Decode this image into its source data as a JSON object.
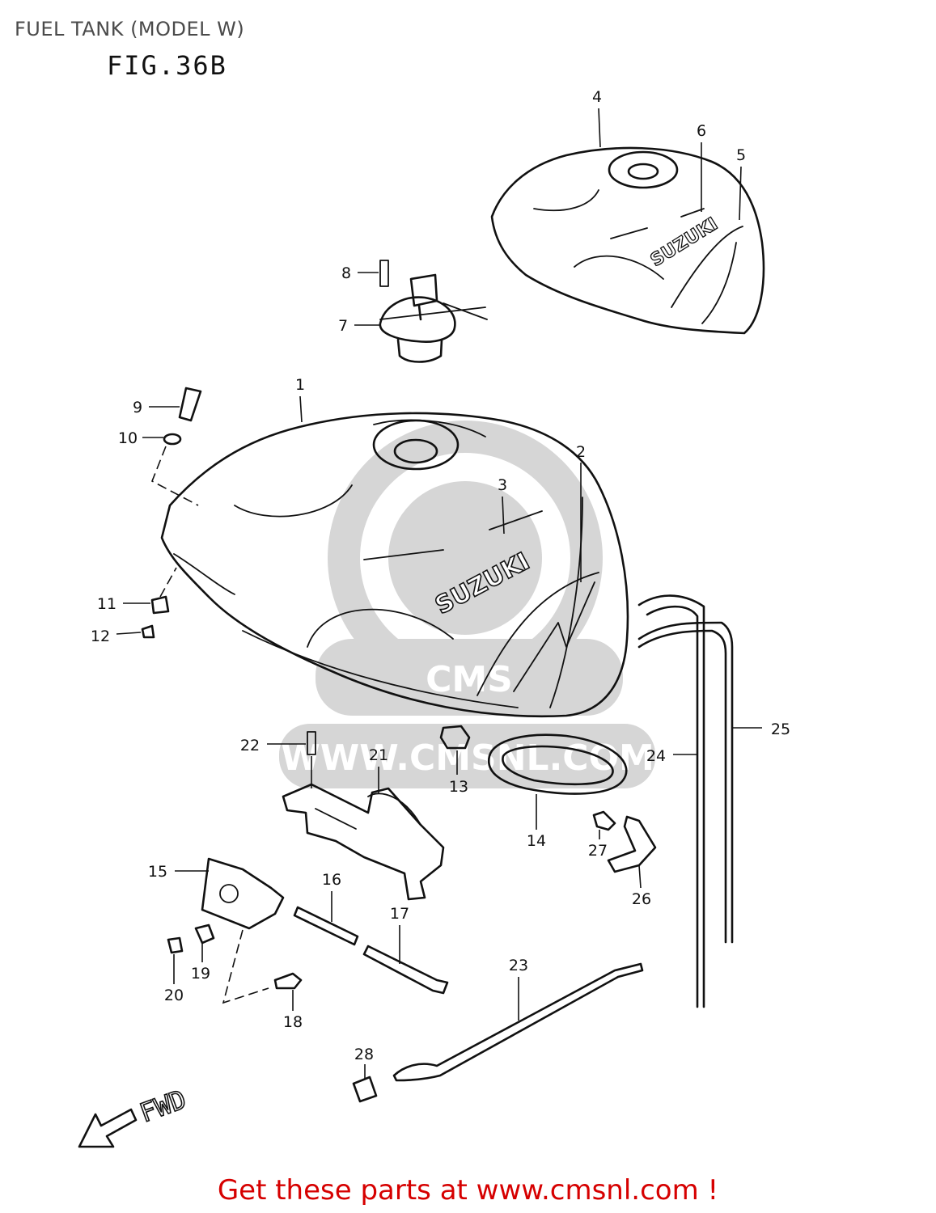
{
  "page_title": "FUEL TANK (MODEL W)",
  "figure_label": "FIG.36B",
  "watermark": {
    "text": "WWW.CMSNL.COM",
    "logo_text": "CMS"
  },
  "tank_logo": "SUZUKI",
  "fwd_label": "FWD",
  "footer_text": "Get these parts at www.cmsnl.com !",
  "colors": {
    "footer": "#d60000",
    "title": "#4a4a4a",
    "watermark": "#d6d6d6"
  },
  "part_numbers": [
    "1",
    "2",
    "3",
    "4",
    "5",
    "6",
    "7",
    "8",
    "9",
    "10",
    "11",
    "12",
    "13",
    "14",
    "15",
    "16",
    "17",
    "18",
    "19",
    "20",
    "21",
    "22",
    "23",
    "24",
    "25",
    "26",
    "27",
    "28"
  ]
}
